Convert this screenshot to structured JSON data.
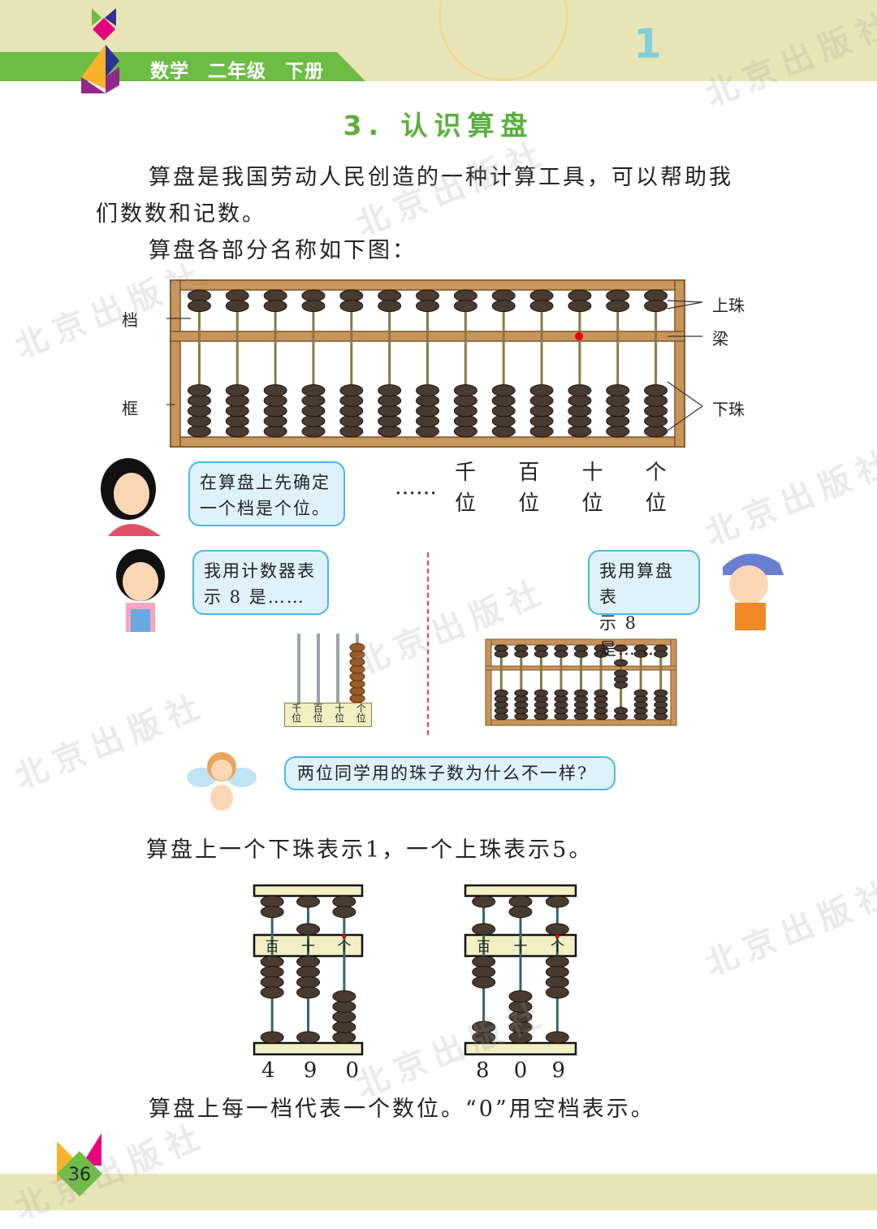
{
  "header": {
    "subject": "数学",
    "grade": "二年级",
    "volume": "下册"
  },
  "title": "3. 认识算盘",
  "intro": {
    "line1": "算盘是我国劳动人民创造的一种计算工具，可以帮助我",
    "line2": "们数数和记数。",
    "line3": "算盘各部分名称如下图："
  },
  "parts": {
    "rod": "档",
    "frame": "框",
    "upper_bead": "上珠",
    "beam": "梁",
    "lower_bead": "下珠"
  },
  "bubbles": {
    "teacher": [
      "在算盘上先确定",
      "一个档是个位。"
    ],
    "girl": [
      "我用计数器表",
      "示 8 是……"
    ],
    "boy": [
      "我用算盘表",
      "示 8 是……"
    ],
    "angel": "两位同学用的珠子数为什么不一样?"
  },
  "place_values": {
    "dots": "……",
    "top": "千 百 十 个",
    "bottom": "位 位 位 位"
  },
  "counter": {
    "labels": [
      "千位",
      "百位",
      "十位",
      "个位"
    ],
    "value": 8
  },
  "small_abacus": {
    "value": 8
  },
  "rule1": "算盘上一个下珠表示1，一个上珠表示5。",
  "examples": [
    {
      "labels": [
        "百",
        "十",
        "个"
      ],
      "digits": [
        "4",
        "9",
        "0"
      ]
    },
    {
      "labels": [
        "百",
        "十",
        "个"
      ],
      "digits": [
        "8",
        "0",
        "9"
      ]
    }
  ],
  "rule2": "算盘上每一档代表一个数位。“0”用空档表示。",
  "page_number": "36",
  "watermark": "北京出版社",
  "colors": {
    "green": "#6dbd45",
    "title": "#5aaf3c",
    "bead": "#4a3b30",
    "frame": "#c8955a",
    "bubble_border": "#4bb8e0"
  }
}
